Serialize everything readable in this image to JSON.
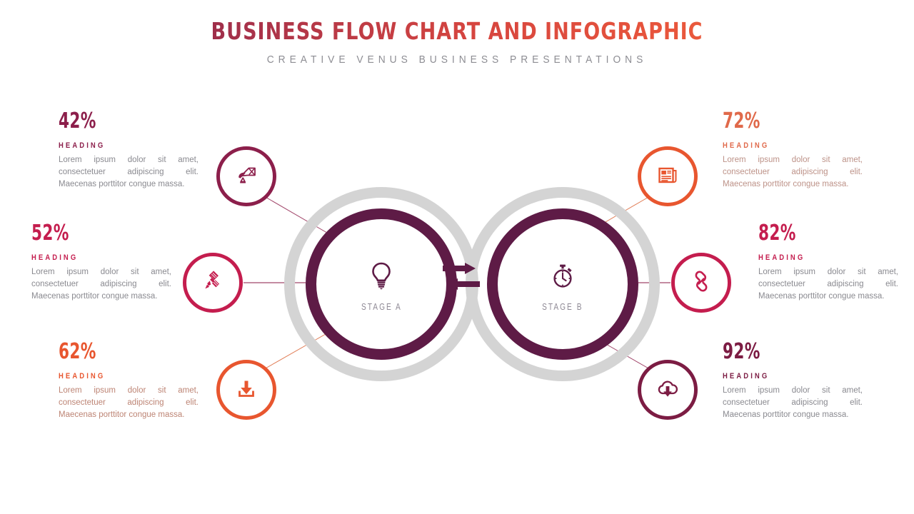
{
  "header": {
    "title": "BUSINESS FLOW CHART AND INFOGRAPHIC",
    "subtitle": "CREATIVE VENUS BUSINESS PRESENTATIONS",
    "title_gradient_from": "#7b1f4b",
    "title_gradient_to": "#ef6a3c",
    "subtitle_color": "#8d8d93"
  },
  "palette": {
    "plum": "#5e1b46",
    "maroon": "#8c1f4b",
    "crimson": "#c41d4e",
    "orange": "#e8562f",
    "orange_light": "#ea6a42",
    "gray_halo": "#d4d4d4",
    "body_gray": "#8a8a90",
    "background": "#ffffff"
  },
  "stages": [
    {
      "id": "stage-a",
      "label": "STAGE A",
      "icon": "lightbulb-icon",
      "ring_color": "#5e1b46",
      "halo_color": "#d4d4d4",
      "label_color": "#8f8a95"
    },
    {
      "id": "stage-b",
      "label": "STAGE B",
      "icon": "stopwatch-icon",
      "ring_color": "#5e1b46",
      "halo_color": "#d4d4d4",
      "label_color": "#8f8a95"
    }
  ],
  "center_arrows": {
    "name": "bidirectional-arrows",
    "top_arrow_direction": "right",
    "bottom_arrow_direction": "left",
    "color": "#5e1b46"
  },
  "nodes": [
    {
      "id": "node-1",
      "icon": "satellite-dish-icon",
      "color": "#8c1f4b",
      "side": "left"
    },
    {
      "id": "node-2",
      "icon": "satellite-icon",
      "color": "#c41d4e",
      "side": "left"
    },
    {
      "id": "node-3",
      "icon": "download-icon",
      "color": "#e8562f",
      "side": "left"
    },
    {
      "id": "node-4",
      "icon": "newspaper-icon",
      "color": "#e8562f",
      "side": "right"
    },
    {
      "id": "node-5",
      "icon": "link-chain-icon",
      "color": "#c41d4e",
      "side": "right"
    },
    {
      "id": "node-6",
      "icon": "cloud-download-icon",
      "color": "#7c1c43",
      "side": "right"
    }
  ],
  "blocks": [
    {
      "id": "block-1",
      "percent": "42%",
      "heading": "HEADING",
      "body": "Lorem ipsum dolor sit amet, consectetuer adipiscing elit. Maecenas porttitor congue massa.",
      "accent": "#8c1f4b",
      "body_color": "#8a8a90",
      "align": "left"
    },
    {
      "id": "block-2",
      "percent": "52%",
      "heading": "HEADING",
      "body": "Lorem ipsum dolor sit amet, consectetuer adipiscing elit. Maecenas porttitor congue massa.",
      "accent": "#c41d4e",
      "body_color": "#8a8a90",
      "align": "left"
    },
    {
      "id": "block-3",
      "percent": "62%",
      "heading": "HEADING",
      "body": "Lorem ipsum dolor sit amet, consectetuer adipiscing elit. Maecenas porttitor congue massa.",
      "accent": "#e8562f",
      "body_color": "#bd8474",
      "align": "left"
    },
    {
      "id": "block-4",
      "percent": "72%",
      "heading": "HEADING",
      "body": "Lorem ipsum dolor sit amet, consectetuer adipiscing elit. Maecenas porttitor congue massa.",
      "accent": "#e0694a",
      "body_color": "#bd9288",
      "align": "left"
    },
    {
      "id": "block-5",
      "percent": "82%",
      "heading": "HEADING",
      "body": "Lorem ipsum dolor sit amet, consectetuer adipiscing elit. Maecenas porttitor congue massa.",
      "accent": "#c41d4e",
      "body_color": "#8a8a90",
      "align": "left"
    },
    {
      "id": "block-6",
      "percent": "92%",
      "heading": "HEADING",
      "body": "Lorem ipsum dolor sit amet, consectetuer adipiscing elit. Maecenas porttitor congue massa.",
      "accent": "#7c1c43",
      "body_color": "#8a8a90",
      "align": "left"
    }
  ],
  "connectors": [
    {
      "from": "node-1",
      "to": "stage-a",
      "color": "#a1466a"
    },
    {
      "from": "node-2",
      "to": "stage-a",
      "color": "#a1466a"
    },
    {
      "from": "node-3",
      "to": "stage-a",
      "color": "#e07a52"
    },
    {
      "from": "node-4",
      "to": "stage-b",
      "color": "#e07a52"
    },
    {
      "from": "node-5",
      "to": "stage-b",
      "color": "#a1466a"
    },
    {
      "from": "node-6",
      "to": "stage-b",
      "color": "#a1466a"
    }
  ]
}
